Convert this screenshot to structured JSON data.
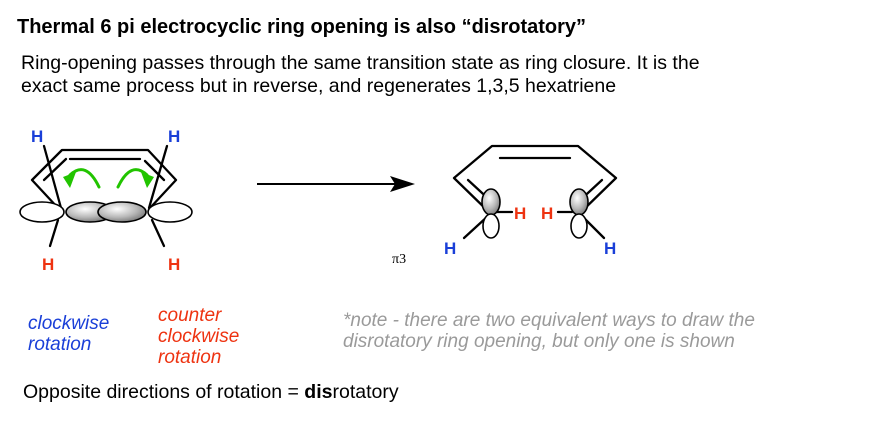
{
  "title": "Thermal 6 pi electrocyclic ring opening is also “disrotatory”",
  "subtitle": {
    "line1": "Ring-opening passes through the same transition state as ring closure. It is the",
    "line2": "exact same process but in reverse, and regenerates 1,3,5 hexatriene"
  },
  "labels": {
    "clockwise_1": "clockwise",
    "clockwise_2": "rotation",
    "counter_1": "counter",
    "counter_2": "clockwise",
    "counter_3": "rotation"
  },
  "note": {
    "line1": "*note - there are two equivalent ways to draw the",
    "line2": "disrotatory ring opening, but only one is shown"
  },
  "conclusion": {
    "prefix": "Opposite directions of rotation = ",
    "bold": "dis",
    "suffix": "rotatory"
  },
  "orbital_label": "π3",
  "atoms": {
    "h": "H"
  },
  "colors": {
    "blue": "#1a3fd8",
    "red": "#ee3311",
    "green": "#22c400",
    "gray": "#9a9a9a"
  }
}
